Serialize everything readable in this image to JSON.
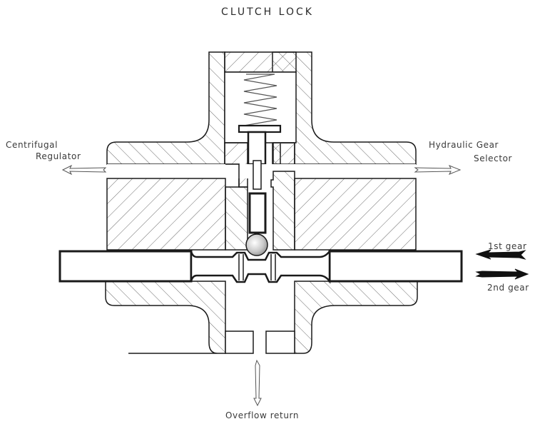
{
  "title": "CLUTCH LOCK",
  "labels": {
    "centrifugal_regulator": [
      "Centrifugal",
      "Regulator"
    ],
    "hydraulic_gear_selector": [
      "Hydraulic Gear",
      "Selector"
    ],
    "first_gear": "1st gear",
    "second_gear": "2nd gear",
    "overflow_return": "Overflow return"
  },
  "components": [
    "housing-cap",
    "spring",
    "spring-plate",
    "plunger",
    "lock-ball",
    "shift-rod-left",
    "shift-rod-right",
    "detent-spool",
    "upper-body",
    "lower-body",
    "left-block",
    "right-block"
  ],
  "colors": {
    "line": "#1a1a1a",
    "hatch": "#6a6a6a",
    "text": "#3a3a3a",
    "background": "#ffffff"
  }
}
